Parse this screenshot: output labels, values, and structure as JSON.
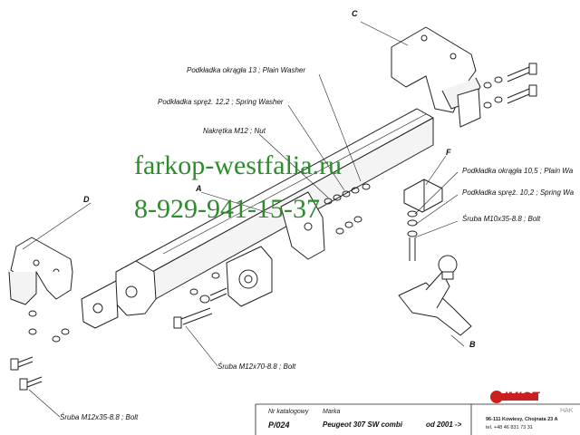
{
  "labels": {
    "washer13": "Podkładka okrągła 13 ; Plain Washer",
    "spring12": "Podkładka spręż. 12,2 ; Spring Washer",
    "nut": "Nakrętka  M12 ; Nut",
    "washer105": "Podkładka okrągła 10,5 ; Plain Wa",
    "spring102": "Podkładka spręż. 10,2 ; Spring Wa",
    "bolt10": "Śruba M10x35-8.8   ;  Bolt",
    "bolt12x70": "Śruba M12x70-8.8   ;  Bolt",
    "bolt12x35": "Śruba M12x35-8.8   ;  Bolt"
  },
  "letters": {
    "a": "A",
    "b": "B",
    "c": "C",
    "d": "D",
    "f": "F"
  },
  "watermark": {
    "line1": "farkop-westfalia.ru",
    "line2": "8-929-941-15-37"
  },
  "footer": {
    "catalog_label": "Nr katalogowy",
    "catalog_value": "P/024",
    "brand_label": "Marka",
    "brand_value": "Peugeot 307 SW combi",
    "year_value": "od 2001 ->",
    "logo_text": "IMIOT",
    "logo_sub": "HAK",
    "address": "96-111 Kowiesy, Chojnata 23 A",
    "phone": "tel. +48 46 831 73 31"
  },
  "colors": {
    "watermark": "#2e8b2e",
    "line": "#222222"
  }
}
